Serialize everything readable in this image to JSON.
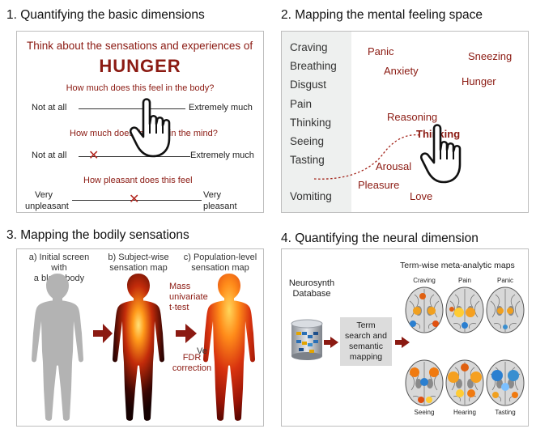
{
  "panel1": {
    "title": "1. Quantifying the basic dimensions",
    "prompt": "Think about the sensations and experiences of",
    "target": "HUNGER",
    "q1": "How much does this feel in the body?",
    "q2": "How much does this feel in the mind?",
    "q3": "How pleasant does this feel",
    "left1": "Not at all",
    "right1": "Extremely much",
    "left2": "Not at all",
    "right2": "Extremely much",
    "left3a": "Very",
    "left3b": "unpleasant",
    "right3a": "Very",
    "right3b": "pleasant",
    "mark": "✕"
  },
  "panel2": {
    "title": "2. Mapping the mental feeling space",
    "list": [
      "Craving",
      "Breathing",
      "Disgust",
      "Pain",
      "Thinking",
      "Seeing",
      "Tasting",
      "Vomiting"
    ],
    "words": [
      "Panic",
      "Sneezing",
      "Anxiety",
      "Hunger",
      "Reasoning",
      "Thinking",
      "Arousal",
      "Pleasure",
      "Love"
    ]
  },
  "panel3": {
    "title": "3. Mapping the bodily sensations",
    "cap_a1": "a) Initial screen with",
    "cap_a2": "a blank body",
    "cap_b1": "b) Subject-wise",
    "cap_b2": "sensation map",
    "cap_c1": "c) Population-level",
    "cap_c2": "sensation map",
    "mid1": "Mass",
    "mid2": "univariate",
    "mid3": "t-test",
    "mid4": "FDR",
    "mid5": "correction",
    "partial": "Ve"
  },
  "panel4": {
    "title": "4. Quantifying the neural dimension",
    "db1": "Neurosynth",
    "db2": "Database",
    "map_title": "Term-wise meta-analytic maps",
    "term1": "Term",
    "term2": "search and",
    "term3": "semantic",
    "term4": "mapping",
    "brains_top": [
      "Craving",
      "Pain",
      "Panic"
    ],
    "brains_bottom": [
      "Seeing",
      "Hearing",
      "Tasting"
    ]
  },
  "colors": {
    "accent": "#8b1a12",
    "mark": "#b3261e",
    "body_gray": "#b3b3b3",
    "arrow": "#8b1a12"
  }
}
